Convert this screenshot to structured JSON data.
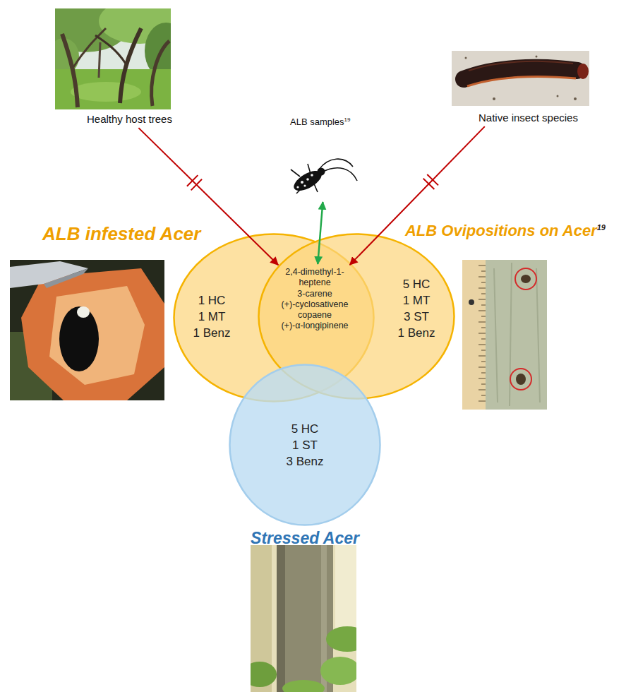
{
  "diagram": {
    "nodes": [
      {
        "text": [
          "Healthy host trees"
        ]
      },
      {
        "text": [
          "Native insect species"
        ]
      },
      {
        "text": [
          "ALB samples",
          "19"
        ]
      },
      {
        "text": [
          "ALB infested Acer",
          "1 HC",
          "1 MT",
          "1 Benz"
        ]
      },
      {
        "text": [
          "ALB Ovipositions on Acer",
          "19",
          "5 HC",
          "1 MT",
          "3 ST",
          "1 Benz"
        ]
      },
      {
        "text": [
          "Stressed Acer",
          "5 HC",
          "1 ST",
          "3 Benz"
        ]
      },
      {
        "text": [
          "2,4-dimethyl-1-heptene",
          "3-carene",
          "(+)-cyclosativene",
          "copaene",
          "(+)-α-longipinene"
        ]
      }
    ],
    "edges": [
      {
        "from": 0,
        "to": 6,
        "arrow": "to"
      },
      {
        "from": 1,
        "to": 6,
        "arrow": "to"
      },
      {
        "from": 2,
        "to": 6,
        "arrow": "both"
      }
    ]
  }
}
